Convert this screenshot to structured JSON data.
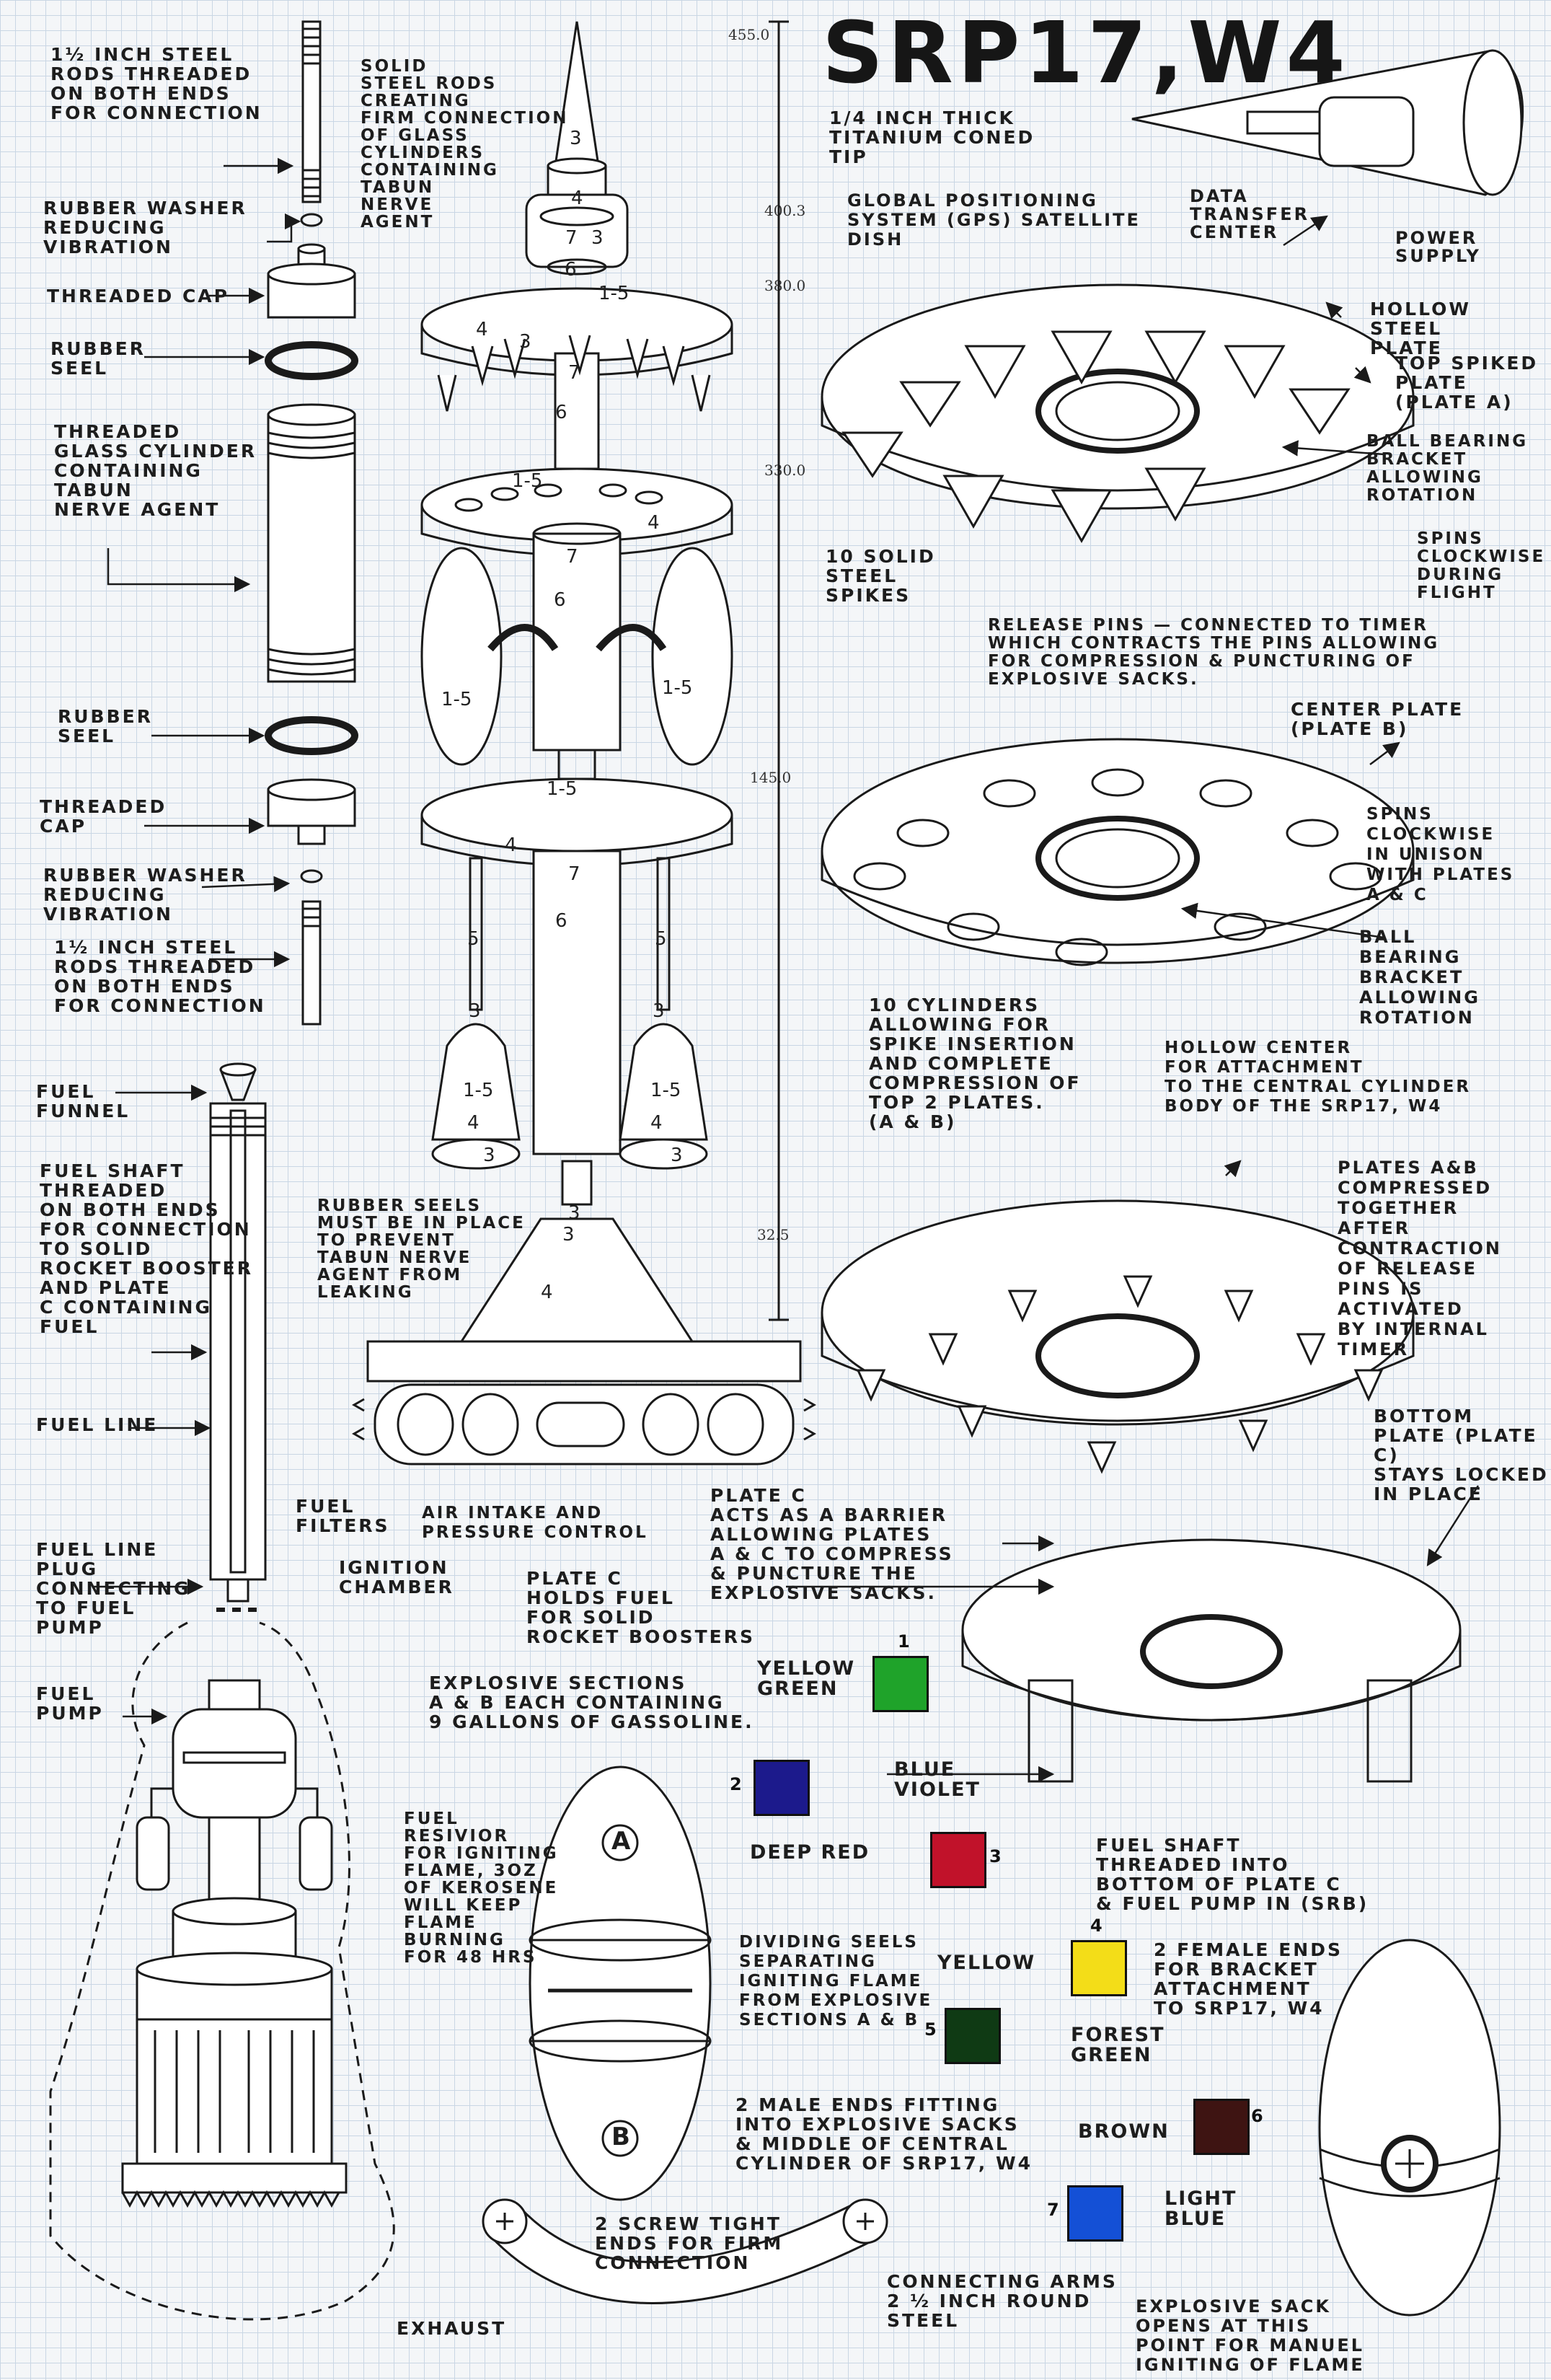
{
  "title": "SRP17,W4",
  "scale_marks": [
    "455.0",
    "400.3",
    "380.0",
    "330.0",
    "145.0",
    "32.5"
  ],
  "part_numbers": [
    "3",
    "4",
    "7",
    "6",
    "1-5",
    "5"
  ],
  "labels": {
    "rod_top": "1½ inch steel\nrods threaded\non both ends\nfor connection",
    "solid_rods": "Solid\nsteel rods\ncreating\nfirm connection\nof glass\ncylinders\ncontaining\ntabun\nnerve\nagent",
    "washer_top": "Rubber washer\nreducing\nvibration",
    "cap_top": "Threaded cap",
    "seel_top": "Rubber\nseel",
    "glass_cyl": "Threaded\nglass cylinder\ncontaining\ntabun\nnerve agent",
    "seel_bottom": "Rubber\nseel",
    "cap_bottom": "Threaded\ncap",
    "washer_bottom": "Rubber washer\nreducing\nvibration",
    "rod_bottom": "1½ inch steel\nrods threaded\non both ends\nfor connection",
    "fuel_funnel": "Fuel\nfunnel",
    "fuel_shaft": "Fuel shaft\nthreaded\non both ends\nfor connection\nto solid\nrocket booster\nand plate\nC containing\nfuel",
    "fuel_line": "Fuel line",
    "fuel_line_plug": "Fuel line\nplug\nconnecting\nto fuel\npump",
    "fuel_pump": "Fuel\npump",
    "fuel_filters": "Fuel\nfilters",
    "ignition_chamber": "Ignition\nchamber",
    "air_intake": "Air intake and\npressure control",
    "rubber_seels_note": "Rubber seels\nmust be in place\nto prevent\ntabun nerve\nagent from\nleaking",
    "exhaust": "Exhaust",
    "coned_tip": "1/4 inch thick\ntitanium coned\ntip",
    "gps": "Global positioning\nsystem (GPS) satellite\ndish",
    "data_transfer": "Data\ntransfer\ncenter",
    "power_supply": "Power\nsupply",
    "hollow_steel_plate": "Hollow steel\nplate",
    "top_spiked_plate": "Top spiked\nplate\n(plate A)",
    "ball_bearing_a": "Ball bearing\nbracket\nallowing\nrotation",
    "spins_a": "Spins\nclockwise\nduring\nflight",
    "solid_spikes": "10 solid\nsteel\nspikes",
    "release_pins": "Release pins — connected to timer\nwhich contracts the pins allowing\nfor compression & puncturing of\nexplosive sacks.",
    "center_plate": "Center plate\n(plate B)",
    "spins_b": "Spins clockwise\nin unison\nwith plates\nA & C",
    "ball_bearing_b": "Ball\nbearing\nbracket\nallowing\nrotation",
    "cylinders_10": "10 cylinders\nallowing for\nspike insertion\nand complete\ncompression of\ntop 2 plates.\n(A & B)",
    "hollow_center": "Hollow center\nfor attachment\nto the central cylinder\nbody of the SRP17, W4",
    "plates_ab": "Plates A&B\ncompressed\ntogether\nafter\ncontraction\nof release\npins is\nactivated\nby internal\ntimer",
    "bottom_plate": "Bottom\nplate (plate C)\nstays locked\nin place",
    "plate_c_barrier": "Plate C\nacts as a barrier\nallowing plates\nA & C to compress\n& puncture the\nexplosive sacks.",
    "plate_c_fuel": "Plate C\nholds fuel\nfor solid\nrocket boosters",
    "explosive_sections": "Explosive sections\nA & B each containing\n9 gallons of gassoline.",
    "fuel_resivior": "Fuel\nresivior\nfor igniting\nflame, 3oz\nof kerosene\nwill keep\nflame\nburning\nfor 48 hrs",
    "dividing_seels": "Dividing seels\nseparating\nigniting flame\nfrom explosive\nsections A & B",
    "fuel_shaft_plate": "Fuel shaft\nthreaded into\nbottom of plate C\n& fuel pump in (SRB)",
    "female_ends": "2 female ends\nfor bracket\nattachment\nto SRP17, W4",
    "male_ends": "2 male ends fitting\ninto explosive sacks\n& middle of central\ncylinder of SRP17, W4",
    "screw_tight": "2 screw tight\nends for firm\nconnection",
    "connecting_arms": "Connecting arms\n2 ½ inch round\nsteel",
    "explosive_sack_opens": "Explosive sack\nopens at this\npoint for manuel\nigniting of flame",
    "section_a": "A",
    "section_b": "B"
  },
  "color_key": [
    {
      "num": "1",
      "name": "Yellow\ngreen",
      "color": "#1fa32a"
    },
    {
      "num": "2",
      "name": "Blue\nviolet",
      "color": "#1c1a8c"
    },
    {
      "num": "3",
      "name": "Deep red",
      "color": "#c1122a"
    },
    {
      "num": "4",
      "name": "Yellow",
      "color": "#f3dd18"
    },
    {
      "num": "5",
      "name": "Forest\ngreen",
      "color": "#0f3a14"
    },
    {
      "num": "6",
      "name": "Brown",
      "color": "#3e1412"
    },
    {
      "num": "7",
      "name": "Light\nblue",
      "color": "#1450d6"
    }
  ]
}
